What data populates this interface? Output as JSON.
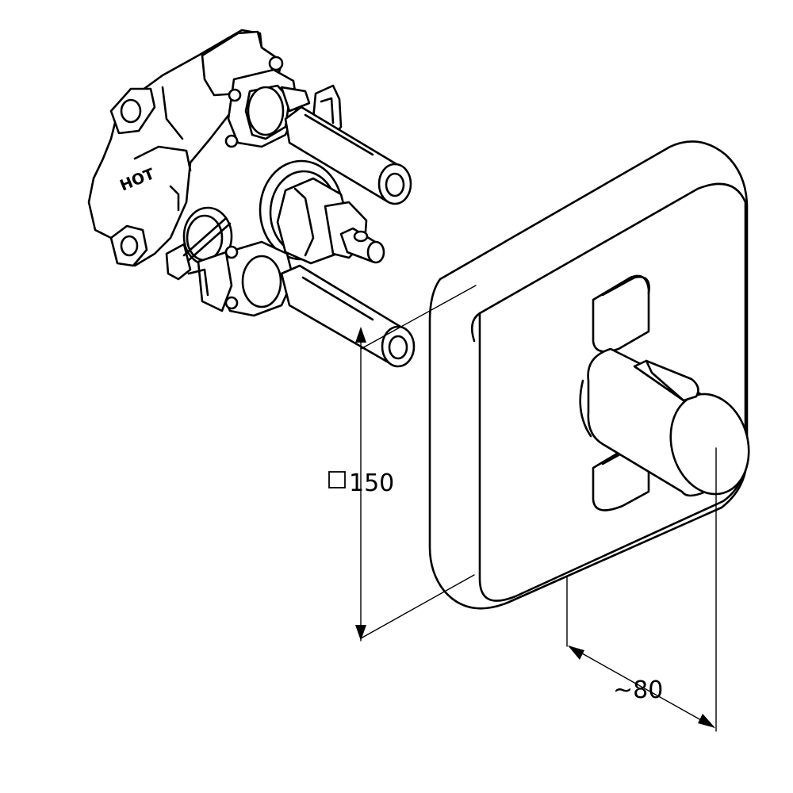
{
  "housing": {
    "hot_label": "HOT"
  },
  "dimensions": {
    "plate_size": "150",
    "projection": "~80"
  }
}
